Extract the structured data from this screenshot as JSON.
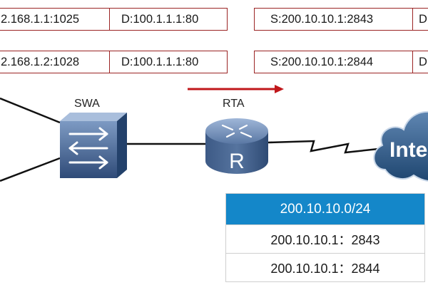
{
  "colors": {
    "box_border": "#9b2424",
    "arrow": "#c0171b",
    "device_blue": "#3f5b86",
    "table_header": "#1487c9",
    "cloud": "#2b5279"
  },
  "icons": {
    "switch": "switch-icon",
    "router": "router-icon",
    "internet": "cloud-icon",
    "wan_link": "lightning-link-icon",
    "direction": "right-arrow-icon"
  },
  "left_boxes": [
    {
      "src": "2.168.1.1:1025",
      "dst": "D:100.1.1.1:80"
    },
    {
      "src": "2.168.1.2:1028",
      "dst": "D:100.1.1.1:80"
    }
  ],
  "right_boxes": [
    {
      "src": "S:200.10.10.1:2843",
      "dst": "D"
    },
    {
      "src": "S:200.10.10.1:2844",
      "dst": "D"
    }
  ],
  "devices": {
    "switch_label": "SWA",
    "router_label": "RTA",
    "internet_label": "Inte"
  },
  "nat_table": {
    "header": "200.10.10.0/24",
    "rows": [
      "200.10.10.1：2843",
      "200.10.10.1：2844"
    ]
  }
}
